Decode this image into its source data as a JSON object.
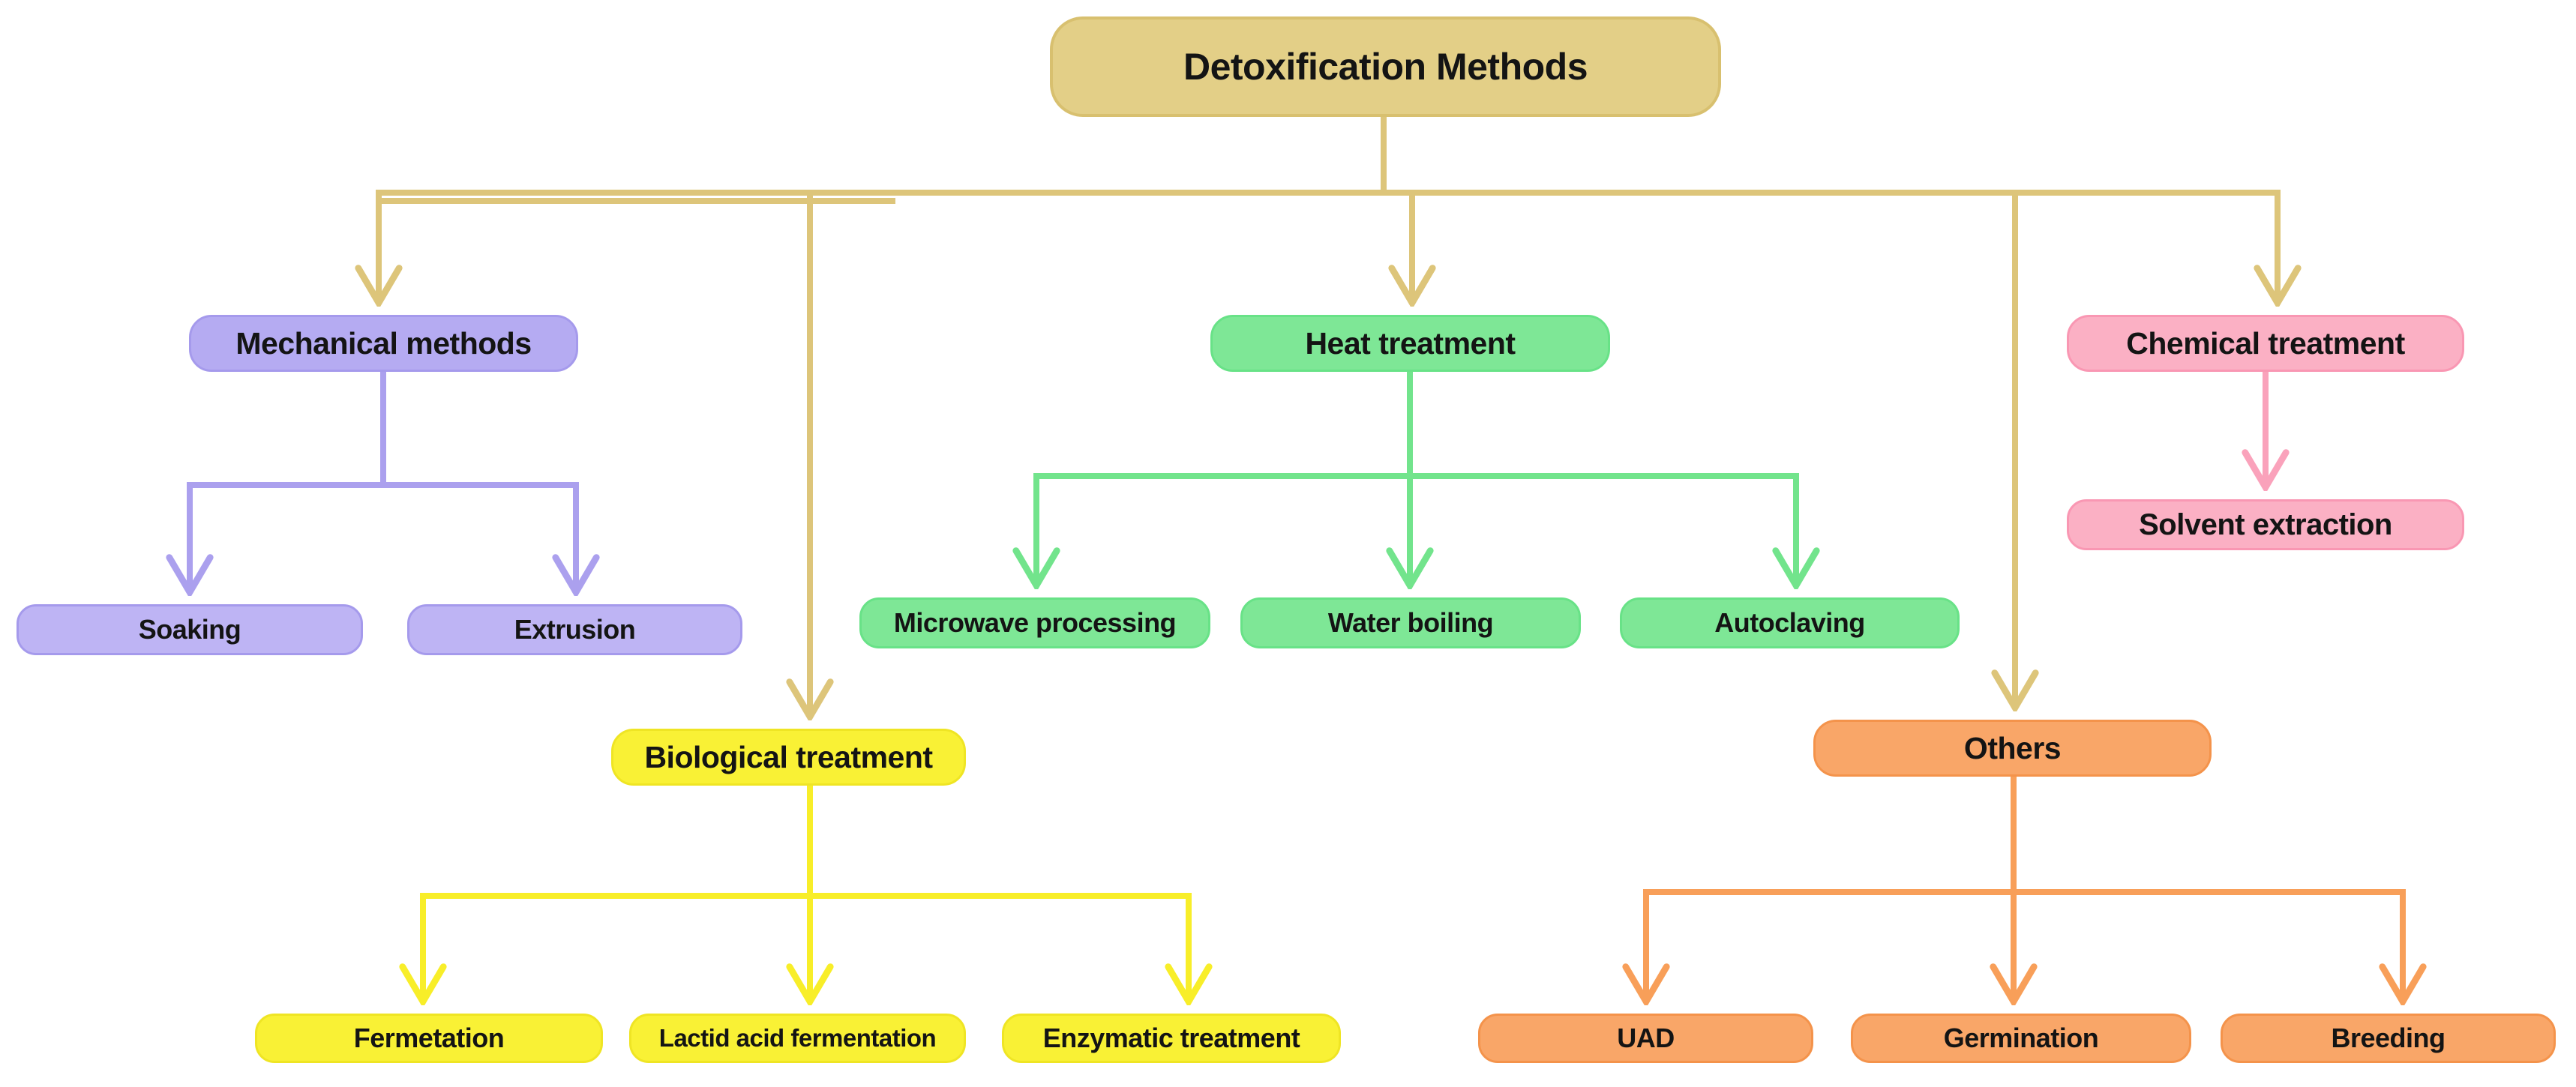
{
  "title": "Detoxification Methods flowchart",
  "nodes": {
    "root": "Detoxification Methods",
    "mechanical": {
      "label": "Mechanical methods",
      "children": [
        "Soaking",
        "Extrusion"
      ]
    },
    "heat": {
      "label": "Heat treatment",
      "children": [
        "Microwave processing",
        "Water boiling",
        "Autoclaving"
      ]
    },
    "chemical": {
      "label": "Chemical treatment",
      "children": [
        "Solvent extraction"
      ]
    },
    "biological": {
      "label": "Biological treatment",
      "children": [
        "Fermetation",
        "Lactid acid fermentation",
        "Enzymatic treatment"
      ]
    },
    "others": {
      "label": "Others",
      "children": [
        "UAD",
        "Germination",
        "Breeding"
      ]
    }
  },
  "colors": {
    "background": "#ffffff",
    "text": "#141414",
    "root_fill": "#e3cf87",
    "root_border": "#d8c06f",
    "root_line": "#ddc57a",
    "purple_fill": "#b5abf2",
    "purple_child_fill": "#beb4f4",
    "purple_border": "#a59aec",
    "purple_line": "#aba0ee",
    "green_fill": "#7ee796",
    "green_border": "#68e287",
    "green_line": "#72e48c",
    "pink_fill": "#fbb0c4",
    "pink_border": "#f997b3",
    "pink_line": "#faa2bb",
    "yellow_fill": "#f9f135",
    "yellow_border": "#efe524",
    "yellow_line": "#f8ee29",
    "orange_fill": "#f9a668",
    "orange_border": "#f4934b",
    "orange_line": "#f89f59"
  }
}
